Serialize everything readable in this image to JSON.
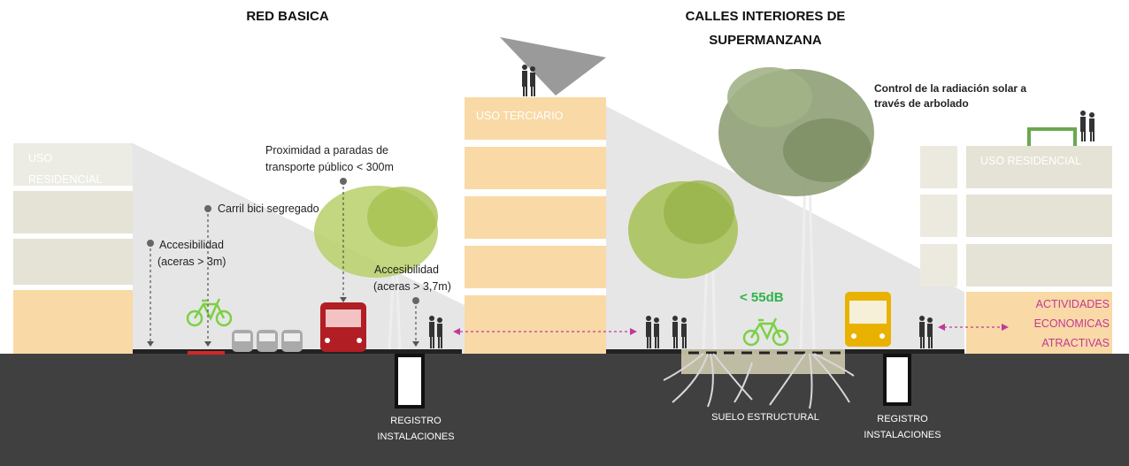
{
  "headings": {
    "left": "RED BASICA",
    "right_line1": "CALLES INTERIORES DE",
    "right_line2": "SUPERMANZANA"
  },
  "annotations": {
    "solar_line1": "Control de la radiación solar a",
    "solar_line2": "través de arbolado",
    "proximity_line1": "Proximidad a paradas de",
    "proximity_line2": "transporte público < 300m",
    "bike_lane": "Carril bici segregado",
    "access1_line1": "Accesibilidad",
    "access1_line2": "(aceras > 3m)",
    "access2_line1": "Accesibilidad",
    "access2_line2": "(aceras > 3,7m)",
    "noise": "< 55dB"
  },
  "buildings": {
    "left_use": "USO",
    "left_use2": "RESIDENCIAL",
    "center_use": "USO TERCIARIO",
    "right_use": "USO RESIDENCIAL",
    "activities_line1": "ACTIVIDADES",
    "activities_line2": "ECONOMICAS",
    "activities_line3": "ATRACTIVAS"
  },
  "underground": {
    "registro1_line1": "REGISTRO",
    "registro1_line2": "INSTALACIONES",
    "suelo": "SUELO ESTRUCTURAL",
    "registro2_line1": "REGISTRO",
    "registro2_line2": "INSTALACIONES"
  },
  "colors": {
    "ground": "#404040",
    "building_beige": "#e8e4d8",
    "building_orange": "#f9d9a5",
    "shadow": "#e5e5e5",
    "bike_green": "#7cd044",
    "noise_green": "#2db34a",
    "bus_red": "#b11e23",
    "bus_yellow": "#eab200",
    "activities_pink": "#c2389a",
    "tree_green": "#a3bd5c"
  },
  "icons": [
    "bicycle-icon",
    "bus-icon",
    "car-icon",
    "pedestrian-icon",
    "tree-icon"
  ]
}
